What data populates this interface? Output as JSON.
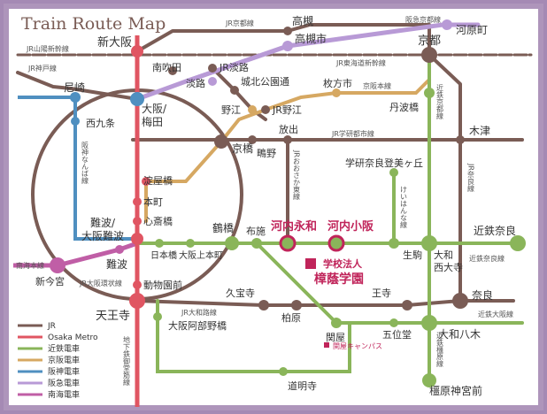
{
  "map": {
    "title": "Train Route Map",
    "colors": {
      "frame": "#a58ab4",
      "jr": "#7a5c55",
      "metro": "#e05562",
      "kintetsu": "#8ab55a",
      "keihan": "#d6a862",
      "hanshin": "#4f8fc0",
      "hankyu": "#b89ad6",
      "nankai": "#c05ea6",
      "accent": "#c0245a"
    },
    "stations": {
      "shin_osaka": "新大阪",
      "takatsuki": "高槻",
      "takatsukishi": "高槻市",
      "kyoto": "京都",
      "kawaramachi": "河原町",
      "minamisuita": "南吹田",
      "jr_awaji": "JR淡路",
      "awaji": "淡路",
      "jokoen": "城北公園通",
      "hirakatashi": "枚方市",
      "amagasaki": "尼崎",
      "nishikujo": "西九条",
      "osaka_umeda": "大阪/\n梅田",
      "noe": "野江",
      "jr_noe": "JR野江",
      "tanbabashi": "丹波橋",
      "hanaten": "放出",
      "kizu": "木津",
      "kyobashi": "京橋",
      "shigino": "鴫野",
      "yodoyabashi": "淀屋橋",
      "honmachi": "本町",
      "shinsaibashi": "心斎橋",
      "gakken": "学研奈良登美ヶ丘",
      "namba_osakanamba": "難波/\n大阪難波",
      "tsuruhashi": "鶴橋",
      "fuse": "布施",
      "kawachieiwa": "河内永和",
      "kawachikosaka": "河内小阪",
      "kintetsu_nara": "近鉄奈良",
      "namba": "難波",
      "nihonbashi": "日本橋",
      "osakauehonmachi": "大阪上本町",
      "ikoma": "生駒",
      "yamato_saidaiji": "大和\n西大寺",
      "shinimamiya": "新今宮",
      "dobutsuenmae": "動物園前",
      "kyuhoji": "久宝寺",
      "ojidera": "王寺",
      "nara": "奈良",
      "tennoji": "天王寺",
      "osaka_abenobashi": "大阪阿部野橋",
      "kashiwara": "柏原",
      "sekiya": "関屋",
      "goidou": "五位堂",
      "yamato_yagi": "大和八木",
      "domyoji": "道明寺",
      "kashiharajingumae": "橿原神宮前"
    },
    "line_labels": {
      "jr_kyoto": "JR京都線",
      "hankyu_kyoto": "阪急京都線",
      "jr_sanyo_shinkansen": "JR山陽新幹線",
      "jr_tokaido_shinkansen": "JR東海道新幹線",
      "jr_kobe": "JR神戸線",
      "keihan_main": "京阪本線",
      "kintetsu_kyoto": "近鉄京都線",
      "jr_gakkentoshi": "JR学研都市線",
      "hanshin_namba": "阪神なんば線",
      "jr_osaka_higashi": "JRおおさか東線",
      "keihanna": "けいはんな線",
      "jr_nara": "JR奈良線",
      "nankai_main": "南海本線",
      "kintetsu_nara_line": "近鉄奈良線",
      "jr_osaka_loop": "JR大阪環状線",
      "jr_yamatoji": "JR大和路線",
      "kintetsu_osaka": "近鉄大阪線",
      "kintetsu_kashihara": "近鉄橿原線",
      "subway_midosuji": "地下鉄御堂筋線"
    },
    "school": {
      "line1": "学校法人",
      "line2": "樟蔭学園"
    },
    "campus": "関屋キャンパス",
    "legend": [
      {
        "label": "JR",
        "color": "#7a5c55"
      },
      {
        "label": "Osaka Metro",
        "color": "#e05562"
      },
      {
        "label": "近鉄電車",
        "color": "#8ab55a"
      },
      {
        "label": "京阪電車",
        "color": "#d6a862"
      },
      {
        "label": "阪神電車",
        "color": "#4f8fc0"
      },
      {
        "label": "阪急電車",
        "color": "#b89ad6"
      },
      {
        "label": "南海電車",
        "color": "#c05ea6"
      }
    ]
  }
}
